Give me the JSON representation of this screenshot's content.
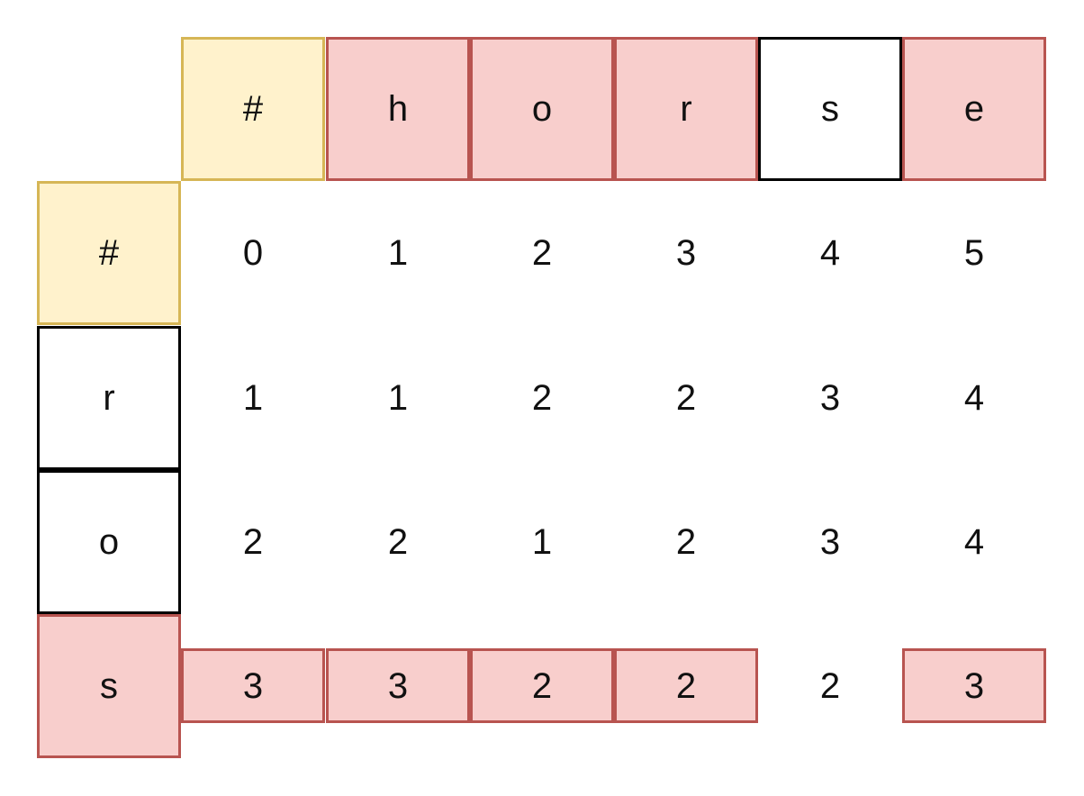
{
  "column_header": {
    "symbols": [
      "#",
      "h",
      "o",
      "r",
      "s",
      "e"
    ],
    "styles": [
      "yellow",
      "red",
      "red",
      "red",
      "black",
      "red"
    ]
  },
  "row_header": {
    "symbols": [
      "#",
      "r",
      "o",
      "s"
    ],
    "styles": [
      "yellow",
      "black",
      "black",
      "red"
    ]
  },
  "matrix": [
    {
      "values": [
        "0",
        "1",
        "2",
        "3",
        "4",
        "5"
      ],
      "styles": [
        "plain",
        "plain",
        "plain",
        "plain",
        "plain",
        "plain"
      ]
    },
    {
      "values": [
        "1",
        "1",
        "2",
        "2",
        "3",
        "4"
      ],
      "styles": [
        "plain",
        "plain",
        "plain",
        "plain",
        "plain",
        "plain"
      ]
    },
    {
      "values": [
        "2",
        "2",
        "1",
        "2",
        "3",
        "4"
      ],
      "styles": [
        "plain",
        "plain",
        "plain",
        "plain",
        "plain",
        "plain"
      ]
    },
    {
      "values": [
        "3",
        "3",
        "2",
        "2",
        "2",
        "3"
      ],
      "styles": [
        "red",
        "red",
        "red",
        "red",
        "plain",
        "red"
      ]
    }
  ],
  "colors": {
    "yellow_fill": "#fff2cc",
    "yellow_border": "#d6b656",
    "red_fill": "#f8cecc",
    "red_border": "#b85450",
    "black_border": "#000000"
  }
}
